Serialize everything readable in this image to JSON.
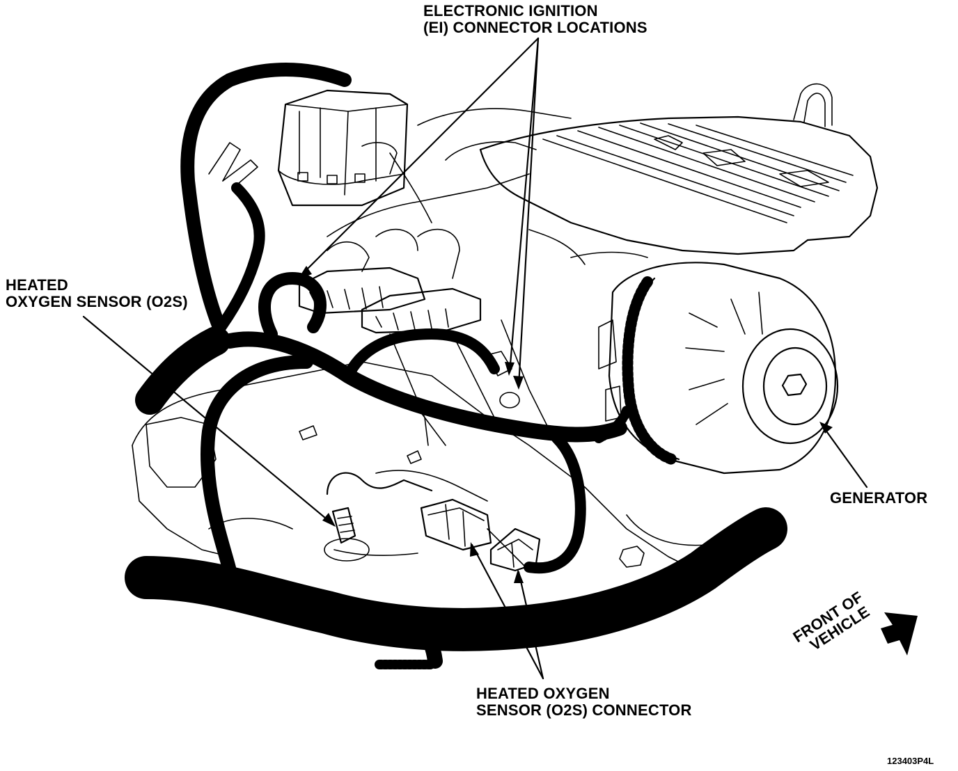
{
  "labels": {
    "ei_line1": "ELECTRONIC IGNITION",
    "ei_line2": "(EI) CONNECTOR LOCATIONS",
    "o2s_line1": "HEATED",
    "o2s_line2": "OXYGEN SENSOR (O2S)",
    "generator": "GENERATOR",
    "connector_line1": "HEATED OXYGEN",
    "connector_line2": "SENSOR (O2S) CONNECTOR",
    "front_line1": "FRONT OF",
    "front_line2": "VEHICLE"
  },
  "figure_id": "123403P4L",
  "colors": {
    "ink": "#000000",
    "paper": "#ffffff"
  },
  "icons": {
    "direction": "front-of-vehicle-arrow-icon"
  }
}
